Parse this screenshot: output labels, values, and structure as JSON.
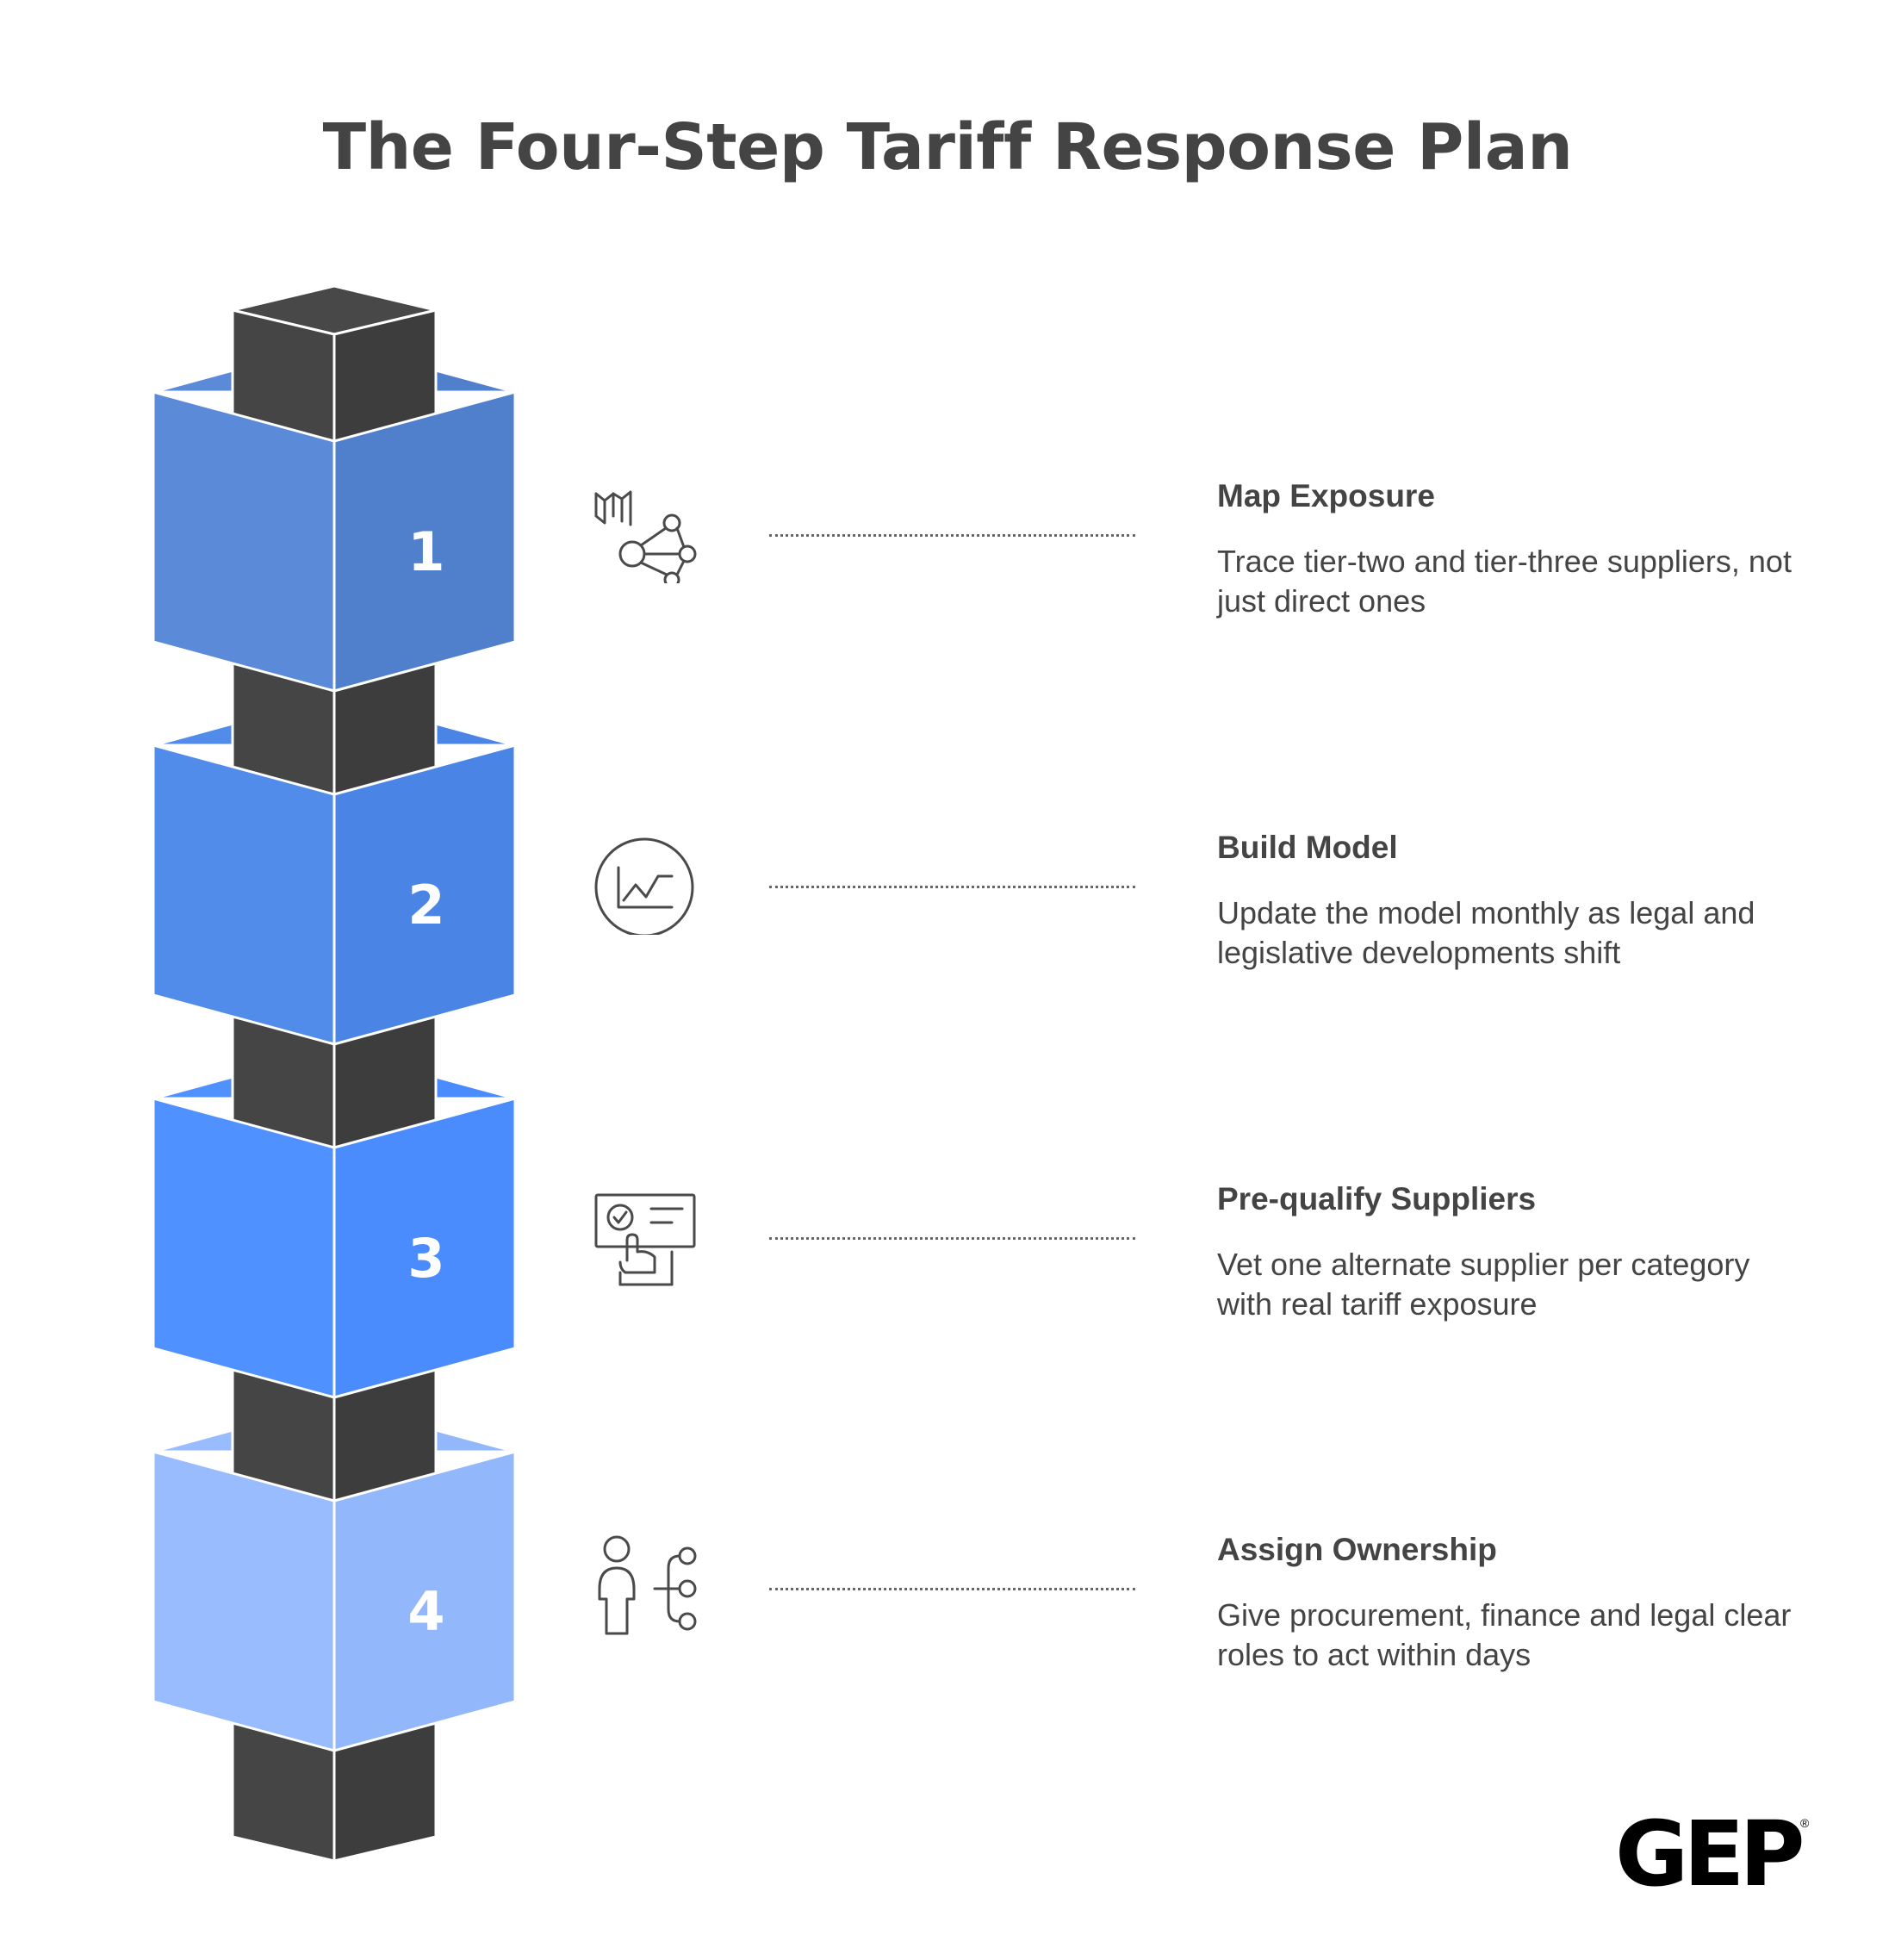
{
  "title": "The Four-Step Tariff Response Plan",
  "steps": [
    {
      "number": "1",
      "title": "Map Exposure",
      "description": "Trace tier-two and tier-three suppliers, not just direct ones",
      "icon": "map-network-icon",
      "color_left": "#5a8ad8",
      "color_right": "#5080cc"
    },
    {
      "number": "2",
      "title": "Build Model",
      "description": "Update the model monthly as legal and legislative developments shift",
      "icon": "line-chart-icon",
      "color_left": "#518ceb",
      "color_right": "#4a85e6"
    },
    {
      "number": "3",
      "title": "Pre-qualify Suppliers",
      "description": "Vet one alternate supplier per category with real tariff exposure",
      "icon": "checklist-presentation-icon",
      "color_left": "#4f92ff",
      "color_right": "#4a8cfd"
    },
    {
      "number": "4",
      "title": "Assign Ownership",
      "description": "Give procurement, finance and legal clear roles to act within days",
      "icon": "person-hierarchy-icon",
      "color_left": "#98bcfd",
      "color_right": "#92b7fb"
    }
  ],
  "brand": {
    "name": "GEP",
    "mark": "®"
  },
  "colors": {
    "core_dark": "#454545",
    "core_darker": "#3d3d3d",
    "text": "#444444"
  }
}
